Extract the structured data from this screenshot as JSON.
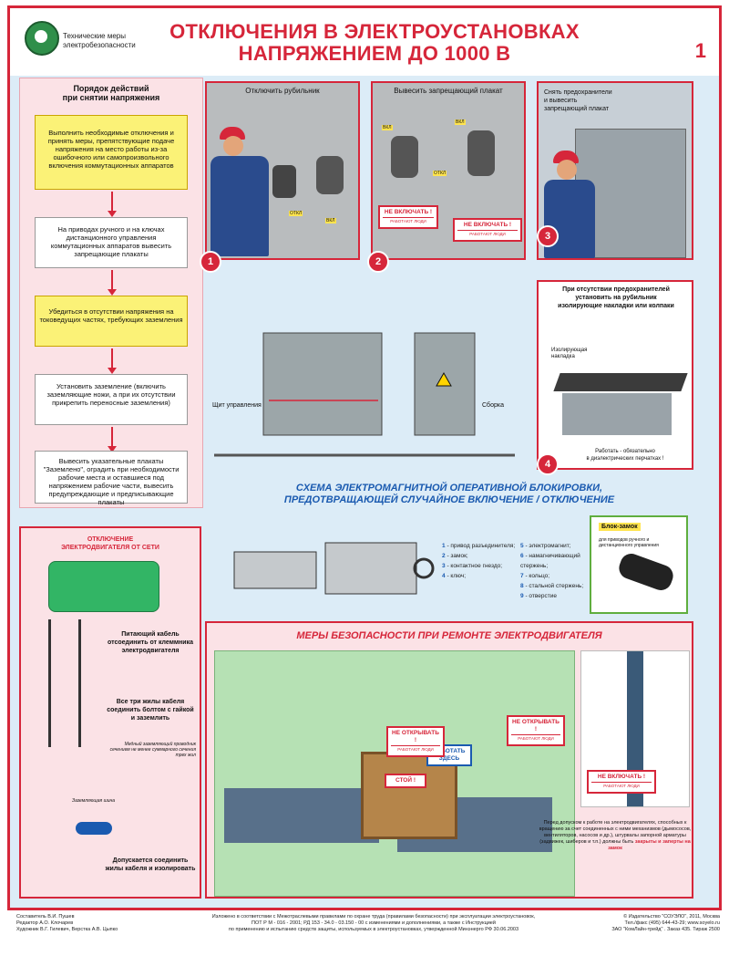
{
  "header": {
    "brand_line1": "Технические меры",
    "brand_line2": "электробезопасности",
    "title_line1": "ОТКЛЮЧЕНИЯ В ЭЛЕКТРОУСТАНОВКАХ",
    "title_line2": "НАПРЯЖЕНИЕМ ДО 1000 В",
    "page_number": "1"
  },
  "procedure": {
    "title_line1": "Порядок действий",
    "title_line2": "при снятии напряжения",
    "steps": [
      "Выполнить необходимые отключения и принять меры, препятствующие подаче напряжения на место работы из-за ошибочного или самопроизвольного включения коммутационных аппаратов",
      "На приводах ручного и на ключах дистанционного управления коммутационных аппаратов вывесить запрещающие плакаты",
      "Убедиться в отсутствии напряжения на токоведущих частях, требующих заземления",
      "Установить заземление (включить заземляющие ножи, а при их отсутствии прикрепить переносные заземления)",
      "Вывесить указательные плакаты \"Заземлено\", оградить при необходимости рабочие места и оставшиеся под напряжением рабочие части, вывесить предупреждающие и предписывающие плакаты"
    ]
  },
  "panels": {
    "p1_caption": "Отключить рубильник",
    "p2_caption": "Вывесить запрещающий плакат",
    "p3_caption_line1": "Снять предохранители",
    "p3_caption_line2": "и вывесить",
    "p3_caption_line3": "запрещающий плакат",
    "p4_caption_line1": "При отсутствии предохранителей",
    "p4_caption_line2": "установить на рубильник",
    "p4_caption_line3": "изолирующие накладки или колпаки",
    "p4_label": "Изолирующая накладка",
    "p4_note_line1": "Работать - обязательно",
    "p4_note_line2": "в диэлектрических перчатках !",
    "badge1": "1",
    "badge2": "2",
    "badge3": "3",
    "badge4": "4",
    "switch_on": "ВКЛ",
    "switch_off": "ОТКЛ"
  },
  "signs": {
    "no_switch": "НЕ ВКЛЮЧАТЬ !",
    "people_working": "РАБОТАЮТ ЛЮДИ",
    "no_open": "НЕ ОТКРЫВАТЬ !",
    "stop": "СТОЙ !",
    "work_here": "РАБОТАТЬ ЗДЕСЬ"
  },
  "diagram": {
    "panel_label": "Щит управления",
    "assembly_label": "Сборка"
  },
  "interlock": {
    "title_line1": "СХЕМА ЭЛЕКТРОМАГНИТНОЙ ОПЕРАТИВНОЙ БЛОКИРОВКИ,",
    "title_line2": "ПРЕДОТВРАЩАЮЩЕЙ СЛУЧАЙНОЕ ВКЛЮЧЕНИЕ / ОТКЛЮЧЕНИЕ",
    "legend": [
      {
        "n": "1",
        "t": "- привод разъединителя;"
      },
      {
        "n": "2",
        "t": "- замок;"
      },
      {
        "n": "3",
        "t": "- контактное гнездо;"
      },
      {
        "n": "4",
        "t": "- ключ;"
      },
      {
        "n": "5",
        "t": "- электромагнит;"
      },
      {
        "n": "6",
        "t": "- намагничивающий стержень;"
      },
      {
        "n": "7",
        "t": "- кольцо;"
      },
      {
        "n": "8",
        "t": "- стальной стержень;"
      },
      {
        "n": "9",
        "t": "- отверстие"
      }
    ],
    "lock_label": "Блок-замок",
    "lock_sub": "для приводов ручного и дистанционного управления"
  },
  "motor_section": {
    "title_line1": "ОТКЛЮЧЕНИЕ",
    "title_line2": "ЭЛЕКТРОДВИГАТЕЛЯ ОТ СЕТИ",
    "text1": "Питающий кабель отсоединить от клеммника электродвигателя",
    "text2": "Все три жилы кабеля соединить болтом с гайкой и заземлить",
    "text3": "Медный заземляющий проводник сечением не менее суммарного сечения трех жил",
    "text4": "Заземляющая шина",
    "text5": "Допускается соединить жилы кабеля и изолировать"
  },
  "repair": {
    "title": "МЕРЫ БЕЗОПАСНОСТИ ПРИ РЕМОНТЕ ЭЛЕКТРОДВИГАТЕЛЯ",
    "note": "Перед допуском к работе на электродвигателях, способных к вращению за счет соединенных с ними механизмов (дымососов, вентиляторов, насосов и др.), штурвалы запорной арматуры (задвижек, шиберов и т.п.) должны быть",
    "note_bold": "закрыты и заперты на замок"
  },
  "footer": {
    "left1": "Составитель В.И. Пушев",
    "left2": "Редактор А.О. Клочарев",
    "left3": "Художник В.Г. Гилевич, Верстка А.В. Цыпко",
    "mid1": "Изложено в соответствии с Межотраслевыми правилами по охране труда (правилами безопасности) при эксплуатации электроустановок,",
    "mid2": "ПОТ Р М - 016 - 2001; РД 153 - 34.0 - 03.150 - 00 с изменениями и дополнениями, а также с Инструкцией",
    "mid3": "по применению и испытанию средств защиты, используемых в электроустановках, утвержденной Минэнерго РФ 30.06.2003",
    "right1": "© Издательство \"СОУЭЛО\", 2011, Москва",
    "right2": "Тел./факс (495) 644-43-29; www.soyelo.ru",
    "right3": "ЗАО \"КомЛайн-трейд\" . Заказ 435. Тираж 2500"
  },
  "colors": {
    "accent": "#d6263a",
    "blue": "#1a5ab0",
    "yellow": "#fbf277",
    "bg": "#dcecf7"
  }
}
